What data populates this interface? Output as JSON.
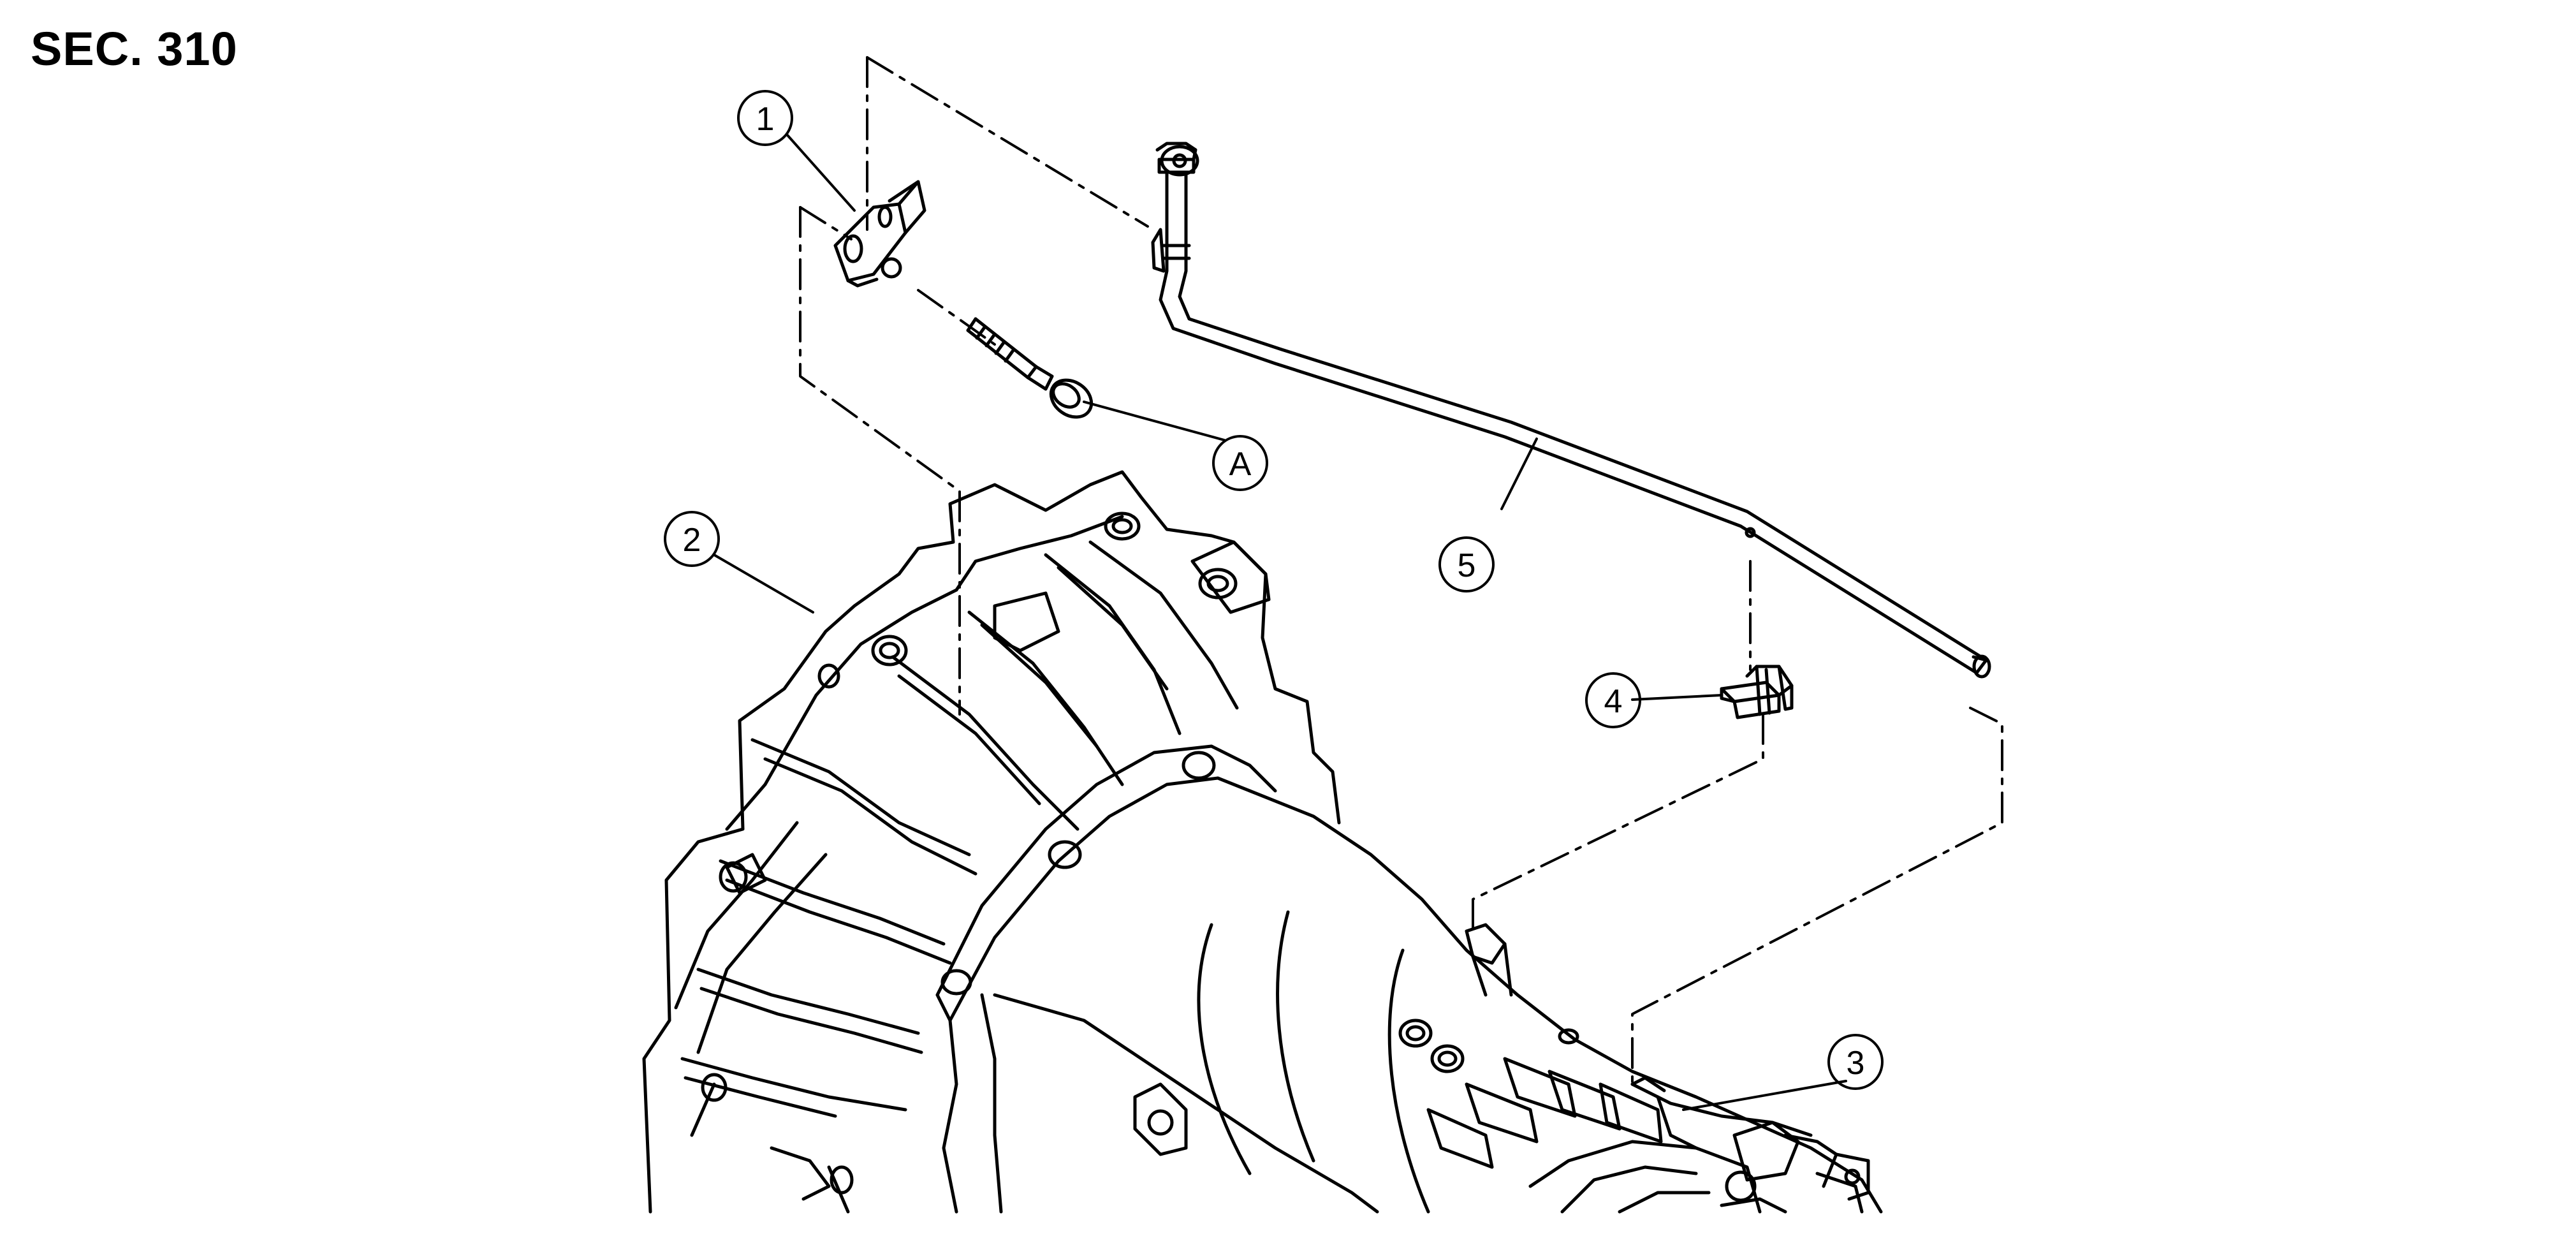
{
  "section_label": "SEC. 310",
  "callouts": {
    "c1": "1",
    "c2": "2",
    "c3": "3",
    "c4": "4",
    "c5": "5",
    "cA": "A"
  },
  "colors": {
    "line": "#000000",
    "background": "#ffffff"
  }
}
